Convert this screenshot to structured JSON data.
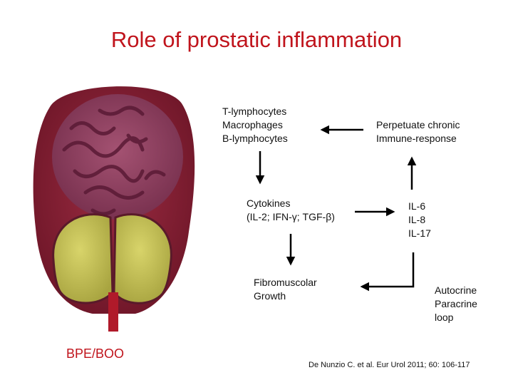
{
  "title": "Role of prostatic inflammation",
  "nodes": {
    "cells": "T-lymphocytes\nMacrophages\nB-lymphocytes",
    "perpetuate": "Perpetuate chronic\nImmune-response",
    "cytokines": "Cytokines\n(IL-2; IFN-γ; TGF-β)",
    "interleukins": "IL-6\nIL-8\nIL-17",
    "fibromuscular": "Fibromuscolar\nGrowth",
    "loop": "Autocrine\nParacrine\nloop"
  },
  "illustration_label": "BPE/BOO",
  "reference": "De Nunzio C. et al. Eur Urol 2011; 60: 106-117",
  "colors": {
    "title": "#c0141c",
    "outer_gland": "#8a2236",
    "inner_tissue": "#8e3f58",
    "lobes": "#c8c45a",
    "urethra": "#b01a2a"
  }
}
